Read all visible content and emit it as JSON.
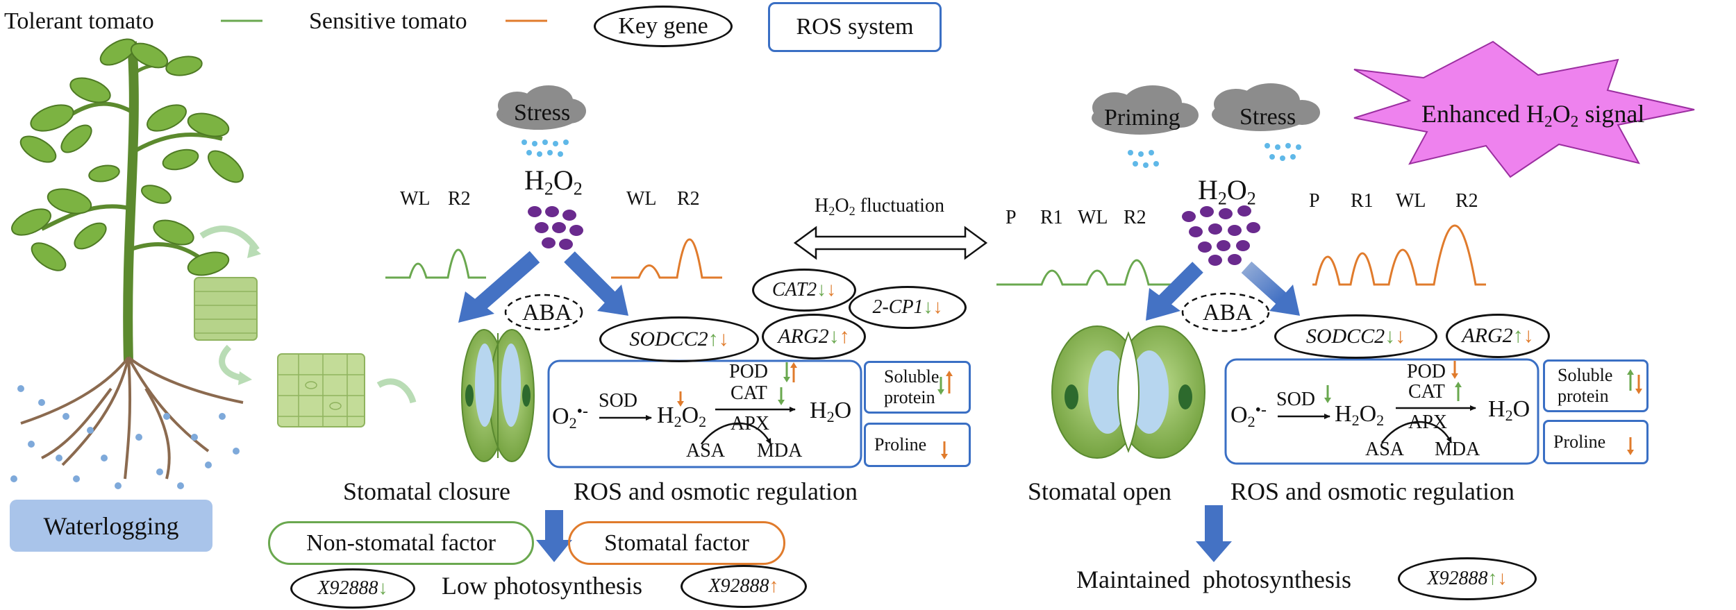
{
  "legend": {
    "tolerant": "Tolerant tomato",
    "sensitive": "Sensitive tomato",
    "key_gene": "Key gene",
    "ros_system": "ROS system"
  },
  "colors": {
    "tolerant": "#6aa84f",
    "sensitive": "#e07b2c",
    "arrow_blue": "#4472c4",
    "ros_border": "#3a6fc4",
    "cloud": "#8c8c8c",
    "h2o2_dot": "#6a2a8e",
    "star": "#ee82ee",
    "waterlogging_bg": "#a9c4ea"
  },
  "left": {
    "waterlogging": "Waterlogging",
    "stress": "Stress",
    "h2o2": "H",
    "h2o2_sub": "2",
    "h2o2_o": "O",
    "peak_labels_tol": [
      "WL",
      "R2"
    ],
    "peak_labels_sen": [
      "WL",
      "R2"
    ],
    "aba": "ABA",
    "genes": [
      "CAT2",
      "2-CP1",
      "SODCC2",
      "ARG2"
    ],
    "ros": {
      "o2": "O",
      "sod": "SOD",
      "pod": "POD",
      "cat": "CAT",
      "apx": "APX",
      "asa": "ASA",
      "mda": "MDA",
      "h2o": "H"
    },
    "soluble_1": "Soluble",
    "soluble_2": "protein",
    "proline": "Proline",
    "stomatal_closure": "Stomatal closure",
    "ros_regulation": "ROS and osmotic regulation",
    "non_stomatal": "Non-stomatal factor",
    "stomatal_factor": "Stomatal factor",
    "gene_x": "X92888",
    "low_photo": "Low photosynthesis"
  },
  "middle": {
    "fluctuation_a": "H",
    "fluctuation_b": " fluctuation"
  },
  "right": {
    "priming": "Priming",
    "stress": "Stress",
    "enhanced_a": "Enhanced H",
    "enhanced_b": " signal",
    "peak_labels_tol": [
      "P",
      "R1",
      "WL",
      "R2"
    ],
    "peak_labels_sen": [
      "P",
      "R1",
      "WL",
      "R2"
    ],
    "aba": "ABA",
    "genes": [
      "SODCC2",
      "ARG2"
    ],
    "soluble_1": "Soluble",
    "soluble_2": "protein",
    "proline": "Proline",
    "stomatal_open": "Stomatal open",
    "ros_regulation": "ROS and osmotic regulation",
    "maintained_photo": "Maintained  photosynthesis",
    "gene_x": "X92888"
  }
}
